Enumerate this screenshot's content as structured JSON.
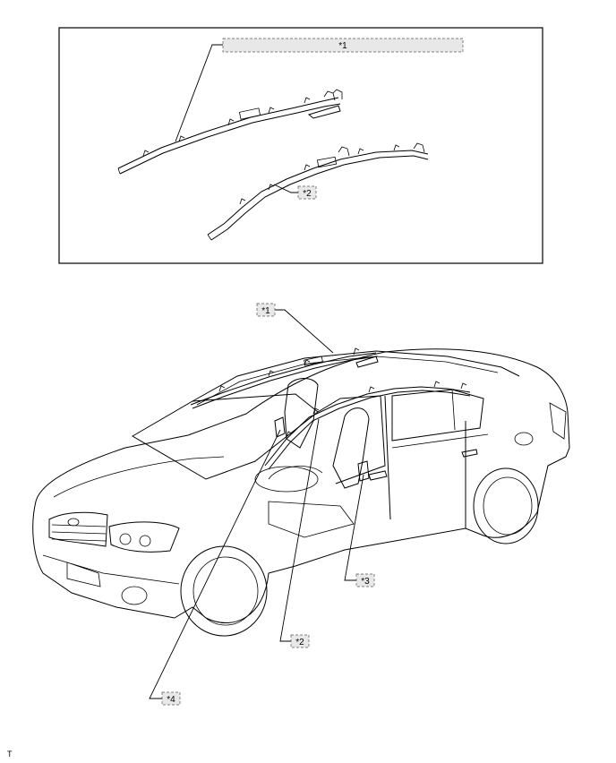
{
  "callouts": {
    "c1_top": "*1",
    "c2_top": "*2",
    "c1": "*1",
    "c2": "*2",
    "c3": "*3",
    "c4": "*4"
  },
  "footer": {
    "marker": "T"
  }
}
